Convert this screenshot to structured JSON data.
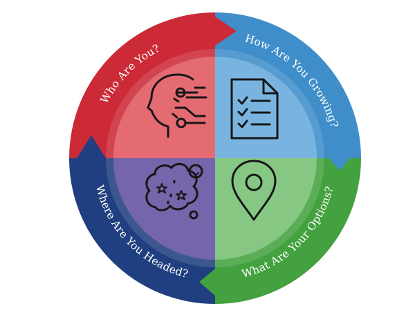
{
  "diagram": {
    "segments": [
      {
        "key": "who",
        "label": "Who Are You?",
        "ring_color": "#cc2a37",
        "inner_color": "#e56b72",
        "icon": "head-circuit-icon"
      },
      {
        "key": "how",
        "label": "How Are You Growing?",
        "ring_color": "#3f8ec9",
        "inner_color": "#79b4e0",
        "icon": "checklist-document-icon"
      },
      {
        "key": "what",
        "label": "What Are Your Options?",
        "ring_color": "#43a140",
        "inner_color": "#86c783",
        "icon": "map-pin-icon"
      },
      {
        "key": "where",
        "label": "Where Are You Headed?",
        "ring_color": "#203f80",
        "inner_color": "#7565aa",
        "icon": "dream-cloud-icon"
      }
    ]
  }
}
